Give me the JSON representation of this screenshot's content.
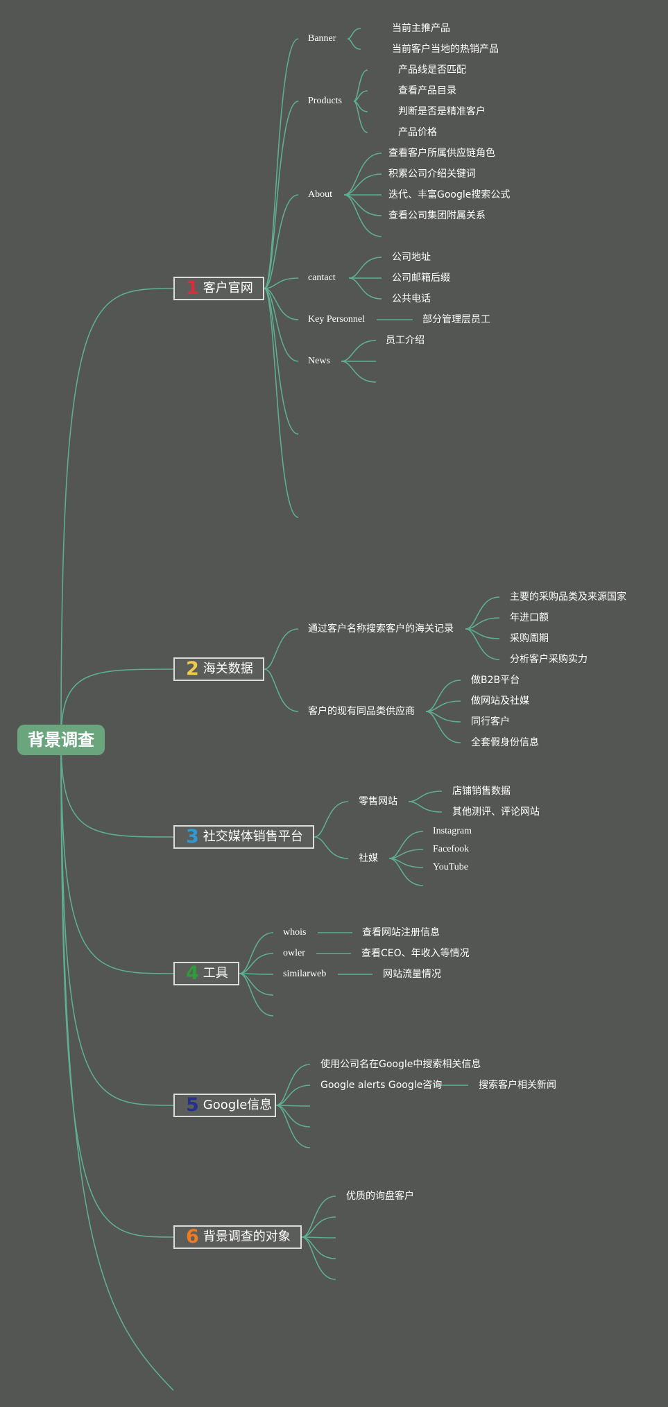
{
  "root": {
    "label": "背景调查"
  },
  "branches": [
    {
      "num": "1",
      "num_color": "#d92e3a",
      "label": "客户官网",
      "subs": [
        {
          "label": "Banner",
          "children": [
            "当前主推产品",
            "当前客户当地的热销产品"
          ]
        },
        {
          "label": "Products",
          "children": [
            "产品线是否匹配",
            "查看产品目录",
            "判断是否是精准客户",
            "产品价格"
          ]
        },
        {
          "label": "About",
          "children": [
            "查看客户所属供应链角色",
            "积累公司介绍关键词",
            "迭代、丰富Google搜索公式",
            "查看公司集团附属关系",
            ""
          ]
        },
        {
          "label": "cantact",
          "children": [
            "公司地址",
            "公司邮箱后缀",
            "公共电话"
          ]
        },
        {
          "label": "Key Personnel",
          "children": [
            "部分管理层员工"
          ]
        },
        {
          "label": "News",
          "children": [
            "员工介绍",
            "",
            ""
          ]
        },
        {
          "label": "",
          "children": []
        },
        {
          "label": "",
          "children": []
        }
      ]
    },
    {
      "num": "2",
      "num_color": "#f2c94c",
      "label": "海关数据",
      "subs": [
        {
          "label": "通过客户名称搜索客户的海关记录",
          "children": [
            "主要的采购品类及来源国家",
            "年进口额",
            "采购周期",
            "分析客户采购实力"
          ]
        },
        {
          "label": "客户的现有同品类供应商",
          "children": [
            "做B2B平台",
            "做网站及社媒",
            "同行客户",
            "全套假身份信息"
          ]
        }
      ]
    },
    {
      "num": "3",
      "num_color": "#2d9ad6",
      "label": "社交媒体销售平台",
      "subs": [
        {
          "label": "零售网站",
          "children": [
            "店铺销售数据",
            "其他测评、评论网站"
          ]
        },
        {
          "label": "社媒",
          "children": [
            "Instagram",
            "Facefook",
            "YouTube",
            ""
          ]
        }
      ]
    },
    {
      "num": "4",
      "num_color": "#2f9b3a",
      "label": "工具",
      "subs": [
        {
          "label": "whois",
          "children": [
            "查看网站注册信息"
          ]
        },
        {
          "label": "owler",
          "children": [
            "查看CEO、年收入等情况"
          ]
        },
        {
          "label": "similarweb",
          "children": [
            "网站流量情况"
          ]
        },
        {
          "label": "",
          "children": []
        },
        {
          "label": "",
          "children": []
        }
      ]
    },
    {
      "num": "5",
      "num_color": "#24318f",
      "label": "Google信息",
      "subs": [
        {
          "label": "使用公司名在Google中搜索相关信息",
          "children": []
        },
        {
          "label": "Google alerts Google咨询",
          "children": [
            "搜索客户相关新闻"
          ]
        },
        {
          "label": "",
          "children": []
        },
        {
          "label": "",
          "children": []
        },
        {
          "label": "",
          "children": []
        }
      ]
    },
    {
      "num": "6",
      "num_color": "#f07c22",
      "label": "背景调查的对象",
      "subs": [
        {
          "label": "优质的询盘客户",
          "children": []
        },
        {
          "label": "",
          "children": []
        },
        {
          "label": "",
          "children": []
        },
        {
          "label": "",
          "children": []
        },
        {
          "label": "",
          "children": []
        }
      ]
    },
    {
      "num": "",
      "num_color": "",
      "label": "",
      "subs": []
    }
  ]
}
